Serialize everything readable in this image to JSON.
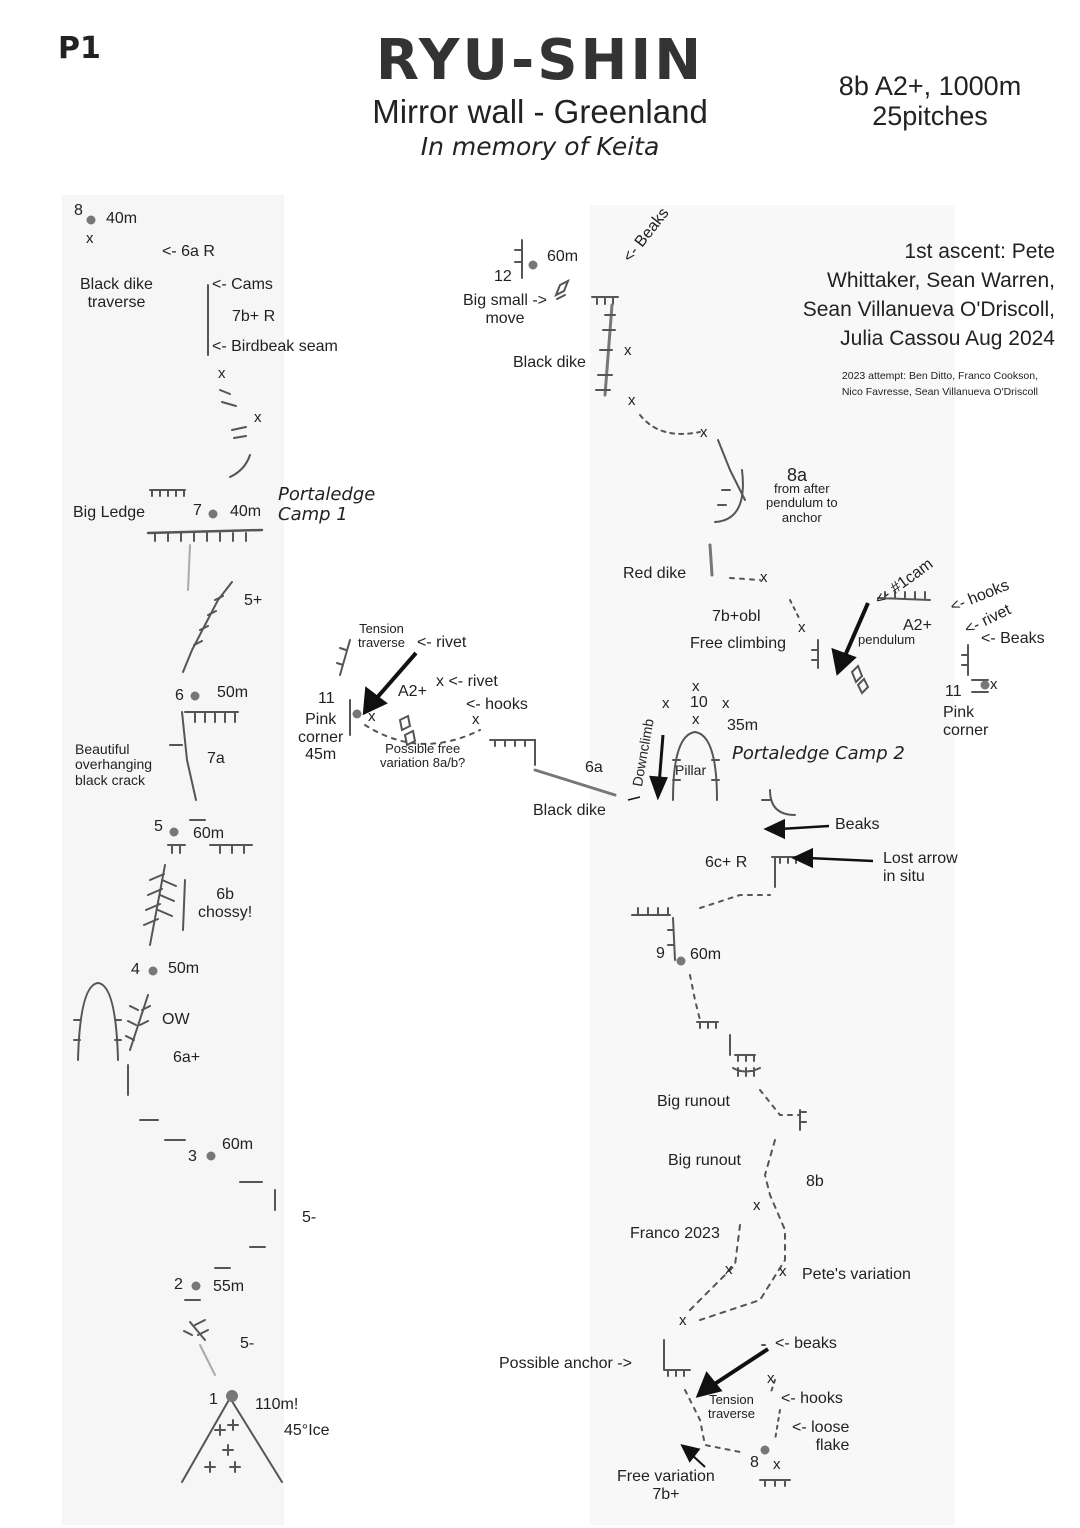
{
  "header": {
    "page": "P1",
    "title": "RYU-SHIN",
    "subtitle": "Mirror wall - Greenland",
    "memorial": "In memory of Keita",
    "grade": "8b A2+, 1000m",
    "pitches": "25pitches"
  },
  "credits": {
    "first_ascent": "1st ascent: Pete\nWhittaker, Sean Warren,\nSean Villanueva O'Driscoll,\nJulia Cassou Aug 2024",
    "attempt_2023": "2023 attempt: Ben Ditto, Franco Cookson,\nNico Favresse, Sean Villanueva O'Driscoll"
  },
  "left_column": {
    "p8_num": "8",
    "p8_len": "40m",
    "p8_grade": "<- 6a R",
    "black_dike_traverse": "Black dike\ntraverse",
    "cams": "<- Cams",
    "grade_7b_plus_r": "7b+ R",
    "birdbeak_seam": "<- Birdbeak seam",
    "big_ledge": "Big Ledge",
    "p7_num": "7",
    "p7_len": "40m",
    "camp1": "Portaledge\nCamp 1",
    "grade_5_plus": "5+",
    "p6_num": "6",
    "p6_len": "50m",
    "beautiful_crack": "Beautiful\noverhanging\nblack crack",
    "grade_7a": "7a",
    "p5_num": "5",
    "p5_len": "60m",
    "grade_6b": "6b\nchossy!",
    "p4_num": "4",
    "p4_len": "50m",
    "ow": "OW",
    "grade_6a_plus": "6a+",
    "p3_num": "3",
    "p3_len": "60m",
    "grade_5_minus_a": "5-",
    "p2_num": "2",
    "p2_len": "55m",
    "grade_5_minus_b": "5-",
    "p1_num": "1",
    "p1_len": "110m!",
    "ice": "45°Ice"
  },
  "upper_middle": {
    "p12_len": "60m",
    "p12_num": "12",
    "beaks": "<- Beaks",
    "big_small_move": "Big small ->\nmove",
    "black_dike": "Black dike",
    "grade_8a": "8a",
    "pendulum_note": "from after\npendulum to\nanchor",
    "red_dike": "Red dike",
    "grade_7b_obl": "7b+obl",
    "free_climbing": "Free climbing",
    "one_cam": "<- #1cam",
    "hooks": "<- hooks",
    "rivet": "<- rivet",
    "a2_plus": "A2+",
    "pendulum": "pendulum",
    "beaks2": "<- Beaks",
    "p11_right_num": "11",
    "pink_corner_right": "Pink\ncorner"
  },
  "middle": {
    "tension_traverse": "Tension\ntraverse",
    "rivet1": "<- rivet",
    "rivet2": "x <- rivet",
    "a2_plus": "A2+",
    "hooks": "<- hooks",
    "p11_left_num": "11",
    "pink_corner_left": "Pink\ncorner\n45m",
    "free_variation_q": "Possible free\nvariation 8a/b?",
    "grade_6a": "6a",
    "black_dike": "Black dike",
    "downclimb": "Downclimb",
    "pillar": "Pillar",
    "p10_num": "10",
    "p10_len": "35m",
    "camp2": "Portaledge Camp 2",
    "beaks": "Beaks",
    "grade_6c_r": "6c+ R",
    "lost_arrow": "Lost arrow\nin situ"
  },
  "lower_right": {
    "p9_num": "9",
    "p9_len": "60m",
    "big_runout_1": "Big runout",
    "big_runout_2": "Big runout",
    "grade_8b": "8b",
    "franco_2023": "Franco 2023",
    "petes_variation": "Pete's variation",
    "possible_anchor": "Possible anchor ->",
    "beaks": "<- beaks",
    "hooks": "<- hooks",
    "tension_traverse": "Tension\ntraverse",
    "loose_flake": "<- loose\nflake",
    "p8_num": "8",
    "free_variation": "Free variation\n7b+"
  }
}
